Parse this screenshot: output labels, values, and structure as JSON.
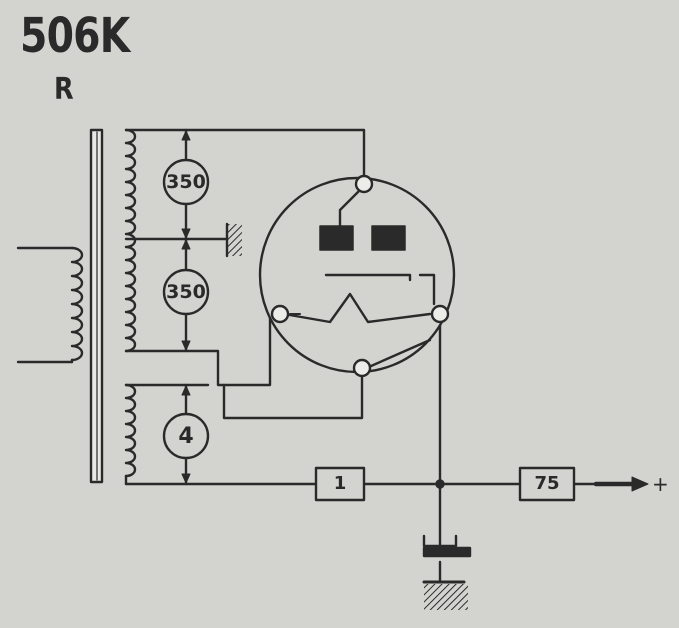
{
  "title": "506K",
  "subtitle": "R",
  "voltages": {
    "upper": "350",
    "lower": "350",
    "heater": "4"
  },
  "resistors": {
    "series": "1",
    "load": "75"
  },
  "output_terminal": "+",
  "colors": {
    "ink": "#2a2a2a",
    "background": "#d3d3cf"
  }
}
